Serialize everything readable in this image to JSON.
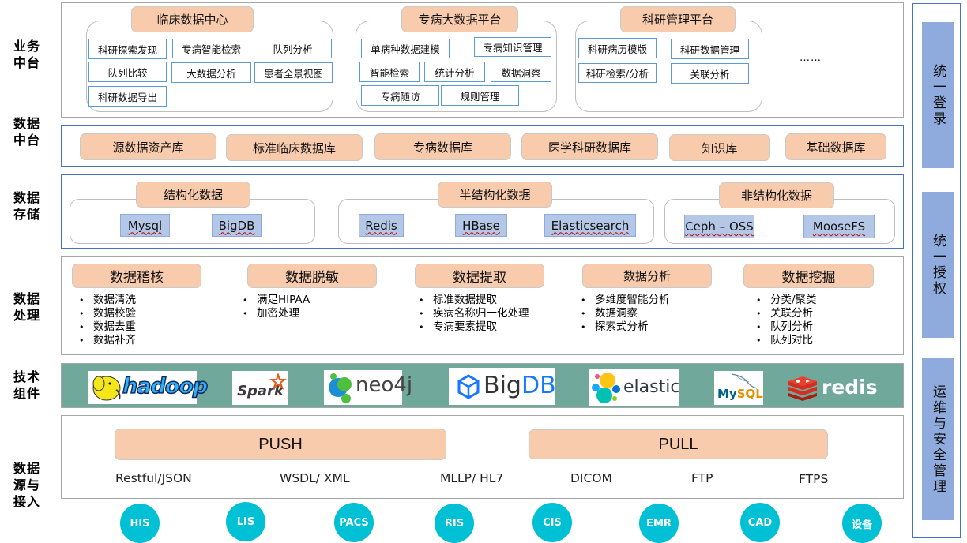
{
  "row_labels": {
    "business": "业务\n中台",
    "data_middle": "数据\n中台",
    "storage": "数据\n存储",
    "processing": "数据\n处理",
    "tech": "技术\n组件",
    "source": "数据\n源与\n接入"
  },
  "business": {
    "groups": [
      {
        "title": "临床数据中心",
        "items": [
          "科研探索发现",
          "专病智能检索",
          "队列分析",
          "队列比较",
          "大数据分析",
          "患者全景视图",
          "科研数据导出"
        ]
      },
      {
        "title": "专病大数据平台",
        "items": [
          "单病种数据建模",
          "专病知识管理",
          "智能检索",
          "统计分析",
          "数据洞察",
          "专病随访",
          "规则管理"
        ]
      },
      {
        "title": "科研管理平台",
        "items": [
          "科研病历模版",
          "科研数据管理",
          "科研检索/分析",
          "关联分析"
        ]
      }
    ],
    "more": "……"
  },
  "data_middle": {
    "items": [
      "源数据资产库",
      "标准临床数据库",
      "专病数据库",
      "医学科研数据库",
      "知识库",
      "基础数据库"
    ]
  },
  "storage": {
    "groups": [
      {
        "title": "结构化数据",
        "items": [
          "Mysql",
          "BigDB"
        ]
      },
      {
        "title": "半结构化数据",
        "items": [
          "Redis",
          "HBase",
          "Elasticsearch"
        ]
      },
      {
        "title": "非结构化数据",
        "items": [
          "Ceph – OSS",
          "MooseFS"
        ]
      }
    ]
  },
  "processing": {
    "groups": [
      {
        "title": "数据稽核",
        "items": [
          "数据清洗",
          "数据校验",
          "数据去重",
          "数据补齐"
        ]
      },
      {
        "title": "数据脱敏",
        "items": [
          "满足HIPAA",
          "加密处理"
        ]
      },
      {
        "title": "数据提取",
        "items": [
          "标准数据提取",
          "疾病名称归一化处理",
          "专病要素提取"
        ]
      },
      {
        "title": "数据分析",
        "items": [
          "多维度智能分析",
          "数据洞察",
          "探索式分析"
        ]
      },
      {
        "title": "数据挖掘",
        "items": [
          "分类/聚类",
          "关联分析",
          "队列分析",
          "队列对比"
        ]
      }
    ]
  },
  "tech": {
    "logos": [
      {
        "name": "hadoop",
        "text": "hadoop"
      },
      {
        "name": "spark",
        "text": "Spark"
      },
      {
        "name": "neo4j",
        "text": "neo4j"
      },
      {
        "name": "bigdb",
        "text_a": "Big",
        "text_b": "DB"
      },
      {
        "name": "elastic",
        "text": "elastic"
      },
      {
        "name": "mysql",
        "text_a": "My",
        "text_b": "SQL"
      },
      {
        "name": "redis",
        "text": "redis"
      }
    ]
  },
  "source": {
    "push": "PUSH",
    "pull": "PULL",
    "protocols": [
      "Restful/JSON",
      "WSDL/ XML",
      "MLLP/ HL7",
      "DICOM",
      "FTP",
      "FTPS"
    ],
    "systems": [
      "HIS",
      "LIS",
      "PACS",
      "RIS",
      "CIS",
      "EMR",
      "CAD",
      "设备"
    ]
  },
  "side": {
    "login": "统一登录",
    "auth": "统一授权",
    "ops": "运维与安全管理"
  },
  "colors": {
    "peach": "#f8cbad",
    "func_border": "#5b9bd5",
    "store_fill": "#b4c7e7",
    "tech_band": "#70a89c",
    "side_bar": "#8faadc",
    "system_circle": "#00c0d6"
  }
}
